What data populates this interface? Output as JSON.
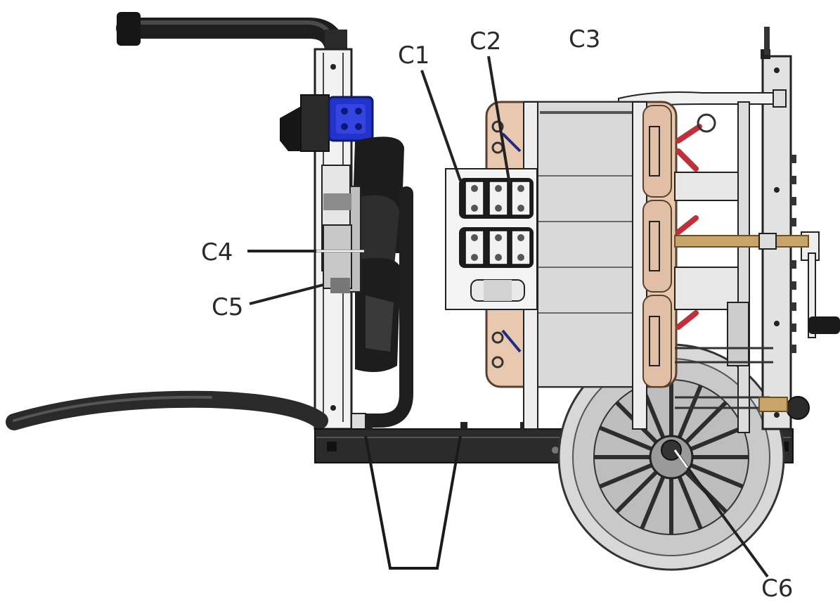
{
  "diagram": {
    "labels": {
      "c1": "C1",
      "c2": "C2",
      "c3": "C3",
      "c4": "C4",
      "c5": "C5",
      "c6": "C6"
    },
    "colors": {
      "frame": "#2b2b2b",
      "frame_dark": "#1a1a1a",
      "panel": "#f4f4f4",
      "transformer_coil": "#e8c9b0",
      "transformer_core": "#d9d9d9",
      "fan_motor": "#c8c8c8",
      "switch_blue": "#2233cc",
      "cable_red": "#c0303a",
      "brass_rod": "#c9a46a",
      "wheel": "#d8d8d8",
      "hose": "#2e2e2e",
      "leader_line": "#222222"
    }
  }
}
